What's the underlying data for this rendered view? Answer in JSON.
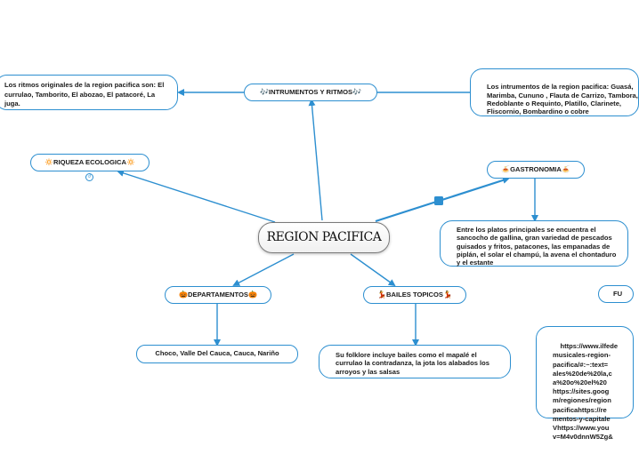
{
  "center": {
    "title": "REGION PACIFICA"
  },
  "topics": {
    "instrumentos": {
      "icon_left": "🎶",
      "label": "INTRUMENTOS Y RITMOS",
      "icon_right": "🎶"
    },
    "riqueza": {
      "icon_left": "🔅",
      "label": "RIQUEZA ECOLOGICA",
      "icon_right": "🔅"
    },
    "gastronomia": {
      "icon_left": "🍝",
      "label": "GASTRONOMIA",
      "icon_right": "🍝"
    },
    "departamentos": {
      "icon_left": "🎃",
      "label": "DEPARTAMENTOS",
      "icon_right": "🎃"
    },
    "bailes": {
      "icon_left": "💃",
      "label": "BAILES TOPICOS",
      "icon_right": "💃"
    },
    "fuentes": {
      "label": "FU"
    }
  },
  "details": {
    "ritmos": "Los ritmos originales de la region pacifica son: El currulao, Tamborito, El abozao, El patacoré,  La juga.",
    "instrumentos": "Los intrumentos  de la region pacifica: Guasá,  Marimba, Cununo , Flauta de Carrizo, Tambora, Redoblante o Requinto, Platillo, Clarinete,\nFliscornio, Bombardino o cobre",
    "gastronomia": "Entre los platos principales se encuentra el sancocho de gallina, gran variedad de pescados guisados y fritos, patacones, las empanadas de piplán, el solar el champú, la avena el chontaduro y el estante",
    "departamentos": "Choco, Valle Del Cauca, Cauca, Nariño",
    "bailes": "Su folklore incluye bailes como el mapalé el currulao la contradanza, la jota los alabados los arroyos y las salsas",
    "fuentes": "https://www.ilfede\nmusicales-region-\npacifica/#:~:text=\nales%20de%20la,c\na%20o%20el%20\nhttps://sites.goog\nm/regiones/region\npacificahttps://re\nmentos-y-capitale\nVhttps://www.you\nv=M4v0dnnW5Zg&"
  },
  "icons": {
    "clock": "clock-icon",
    "connector": "blue-square-connector"
  },
  "colors": {
    "line": "#2d8fd0",
    "border": "#2d8fd0",
    "center_border": "#7a7a7a"
  }
}
